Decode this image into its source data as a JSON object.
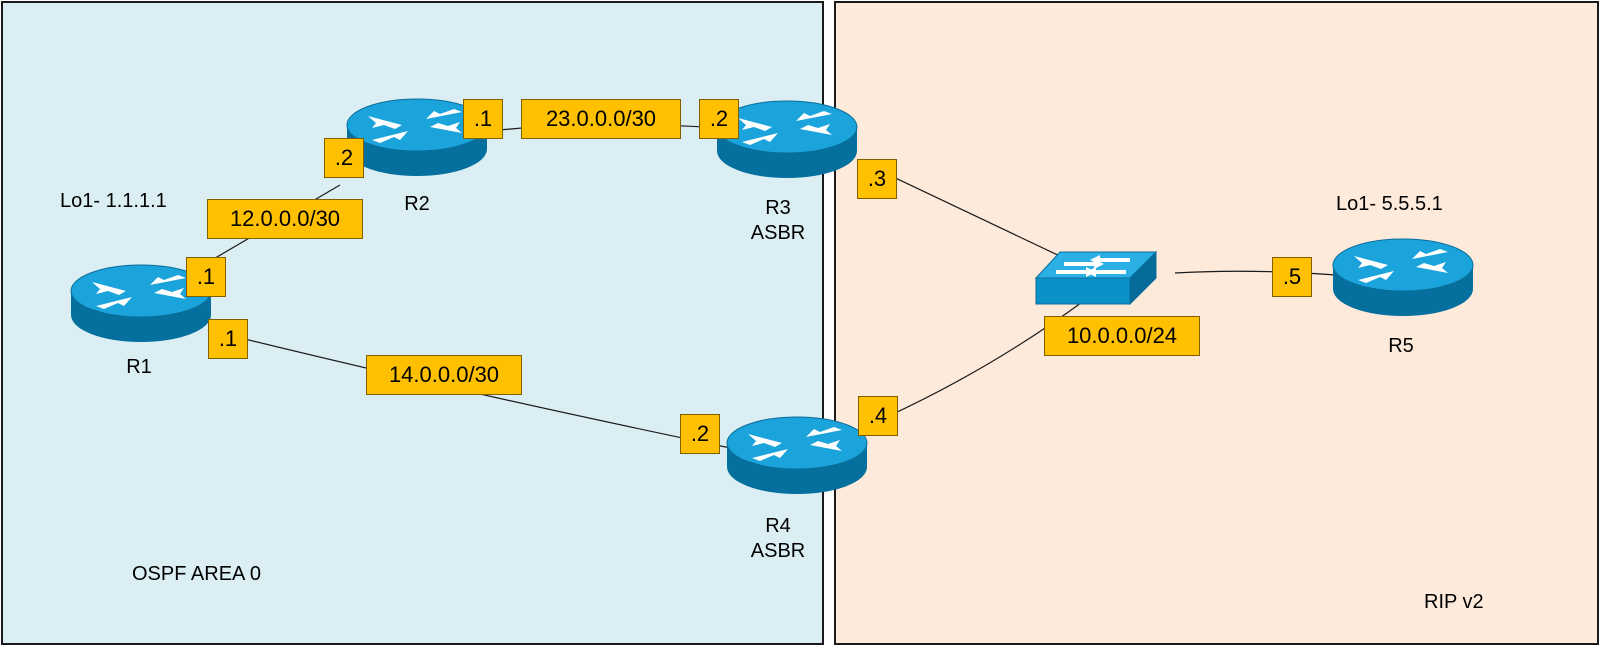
{
  "areas": {
    "ospf": {
      "label": "OSPF AREA 0",
      "color": "#daeef3"
    },
    "rip": {
      "label": "RIP v2",
      "color": "#fdeada"
    }
  },
  "routers": {
    "r1": {
      "name": "R1",
      "loopback": "Lo1- 1.1.1.1"
    },
    "r2": {
      "name": "R2"
    },
    "r3": {
      "name": "R3",
      "role": "ASBR"
    },
    "r4": {
      "name": "R4",
      "role": "ASBR"
    },
    "r5": {
      "name": "R5",
      "loopback": "Lo1- 5.5.5.1"
    }
  },
  "networks": {
    "n12": "12.0.0.0/30",
    "n23": "23.0.0.0/30",
    "n14": "14.0.0.0/30",
    "lan": "10.0.0.0/24"
  },
  "interfaces": {
    "r1_to_r2": ".1",
    "r2_to_r1": ".2",
    "r2_to_r3": ".1",
    "r3_to_r2": ".2",
    "r1_to_r4": ".1",
    "r4_to_r1": ".2",
    "r3_lan": ".3",
    "r4_lan": ".4",
    "r5_lan": ".5"
  },
  "colors": {
    "label_fill": "#ffc000",
    "router_body": "#0a91c8",
    "router_side": "#056c99",
    "switch_body": "#0a91c8",
    "link": "#1a1a1a"
  },
  "icons": {
    "router": "router-icon",
    "switch": "switch-icon"
  }
}
